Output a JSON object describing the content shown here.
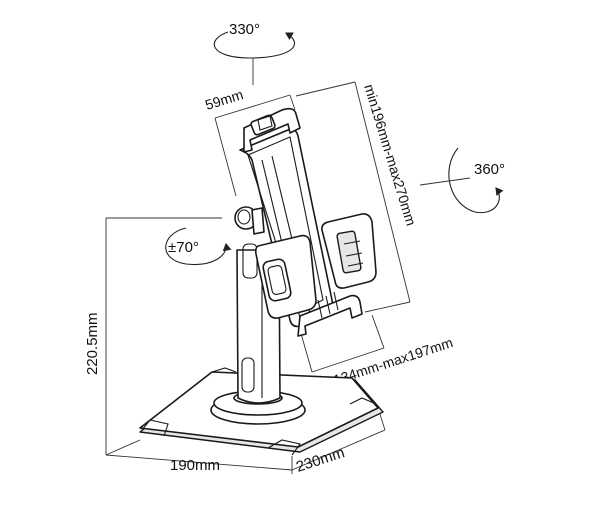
{
  "labels": {
    "rot_top": "330°",
    "rot_right": "360°",
    "tilt": "±70°",
    "top_width": "59mm",
    "height_range": "min196mm-max270mm",
    "width_range": "min134mm-max197mm",
    "stand_height": "220.5mm",
    "base_width": "190mm",
    "base_depth": "230mm"
  }
}
